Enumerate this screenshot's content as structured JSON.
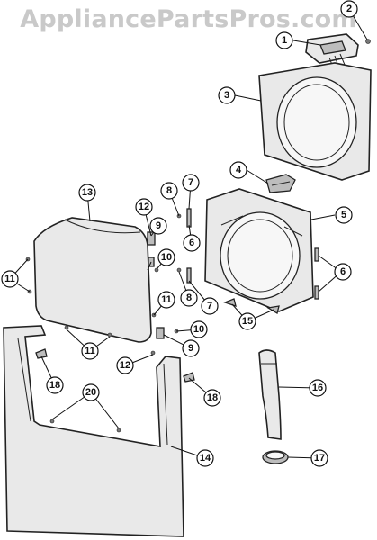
{
  "watermark": "AppliancePartsPros.com",
  "callouts": {
    "c1": "1",
    "c2": "2",
    "c3": "3",
    "c4": "4",
    "c5": "5",
    "c6a": "6",
    "c6b": "6",
    "c7a": "7",
    "c7b": "7",
    "c8a": "8",
    "c8b": "8",
    "c9a": "9",
    "c9b": "9",
    "c10a": "10",
    "c10b": "10",
    "c11a": "11",
    "c11b": "11",
    "c11c": "11",
    "c12a": "12",
    "c12b": "12",
    "c13": "13",
    "c14": "14",
    "c15": "15",
    "c16": "16",
    "c17": "17",
    "c18a": "18",
    "c18b": "18",
    "c20": "20"
  }
}
